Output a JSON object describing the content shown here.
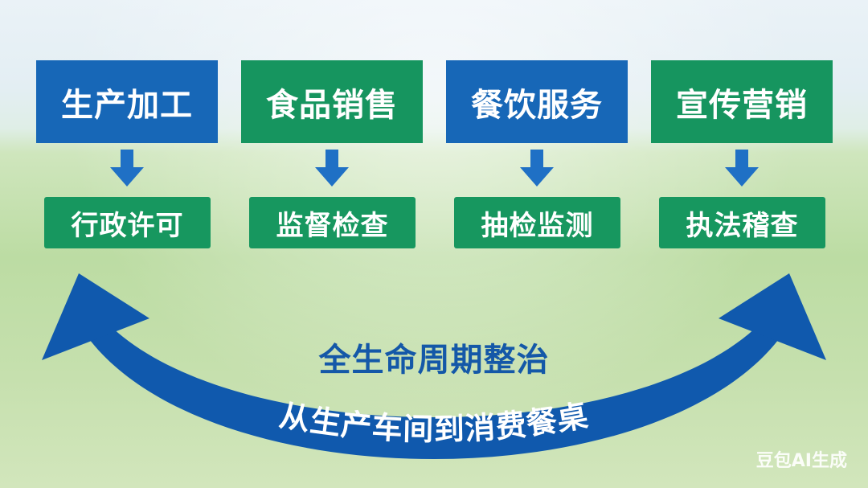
{
  "stages": [
    {
      "label": "生产加工",
      "color": "#1767b7"
    },
    {
      "label": "食品销售",
      "color": "#16955f"
    },
    {
      "label": "餐饮服务",
      "color": "#1767b7"
    },
    {
      "label": "宣传营销",
      "color": "#16955f"
    }
  ],
  "actions": [
    "行政许可",
    "监督检查",
    "抽检监测",
    "执法稽查"
  ],
  "center_title": "全生命周期整治",
  "arc_label": "从生产车间到消费餐桌",
  "watermark": "豆包AI生成",
  "colors": {
    "blue": "#1767b7",
    "green": "#16955f",
    "arc_blue": "#1059ad",
    "arrow_blue": "#1f70c5"
  }
}
